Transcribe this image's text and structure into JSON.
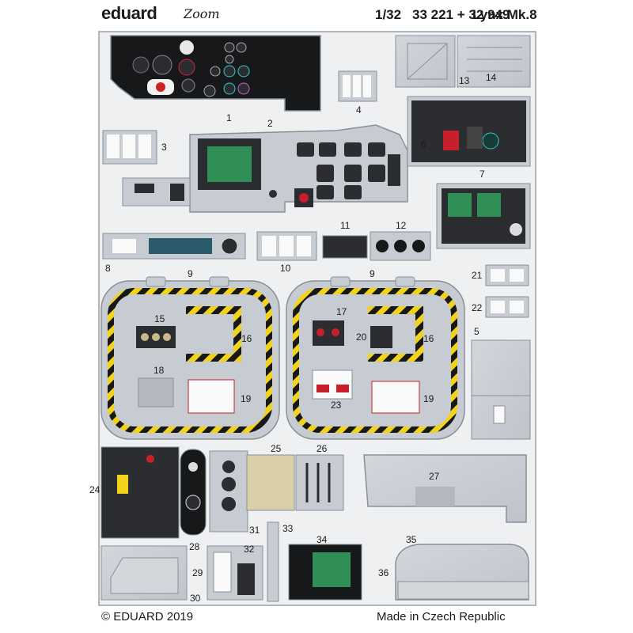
{
  "header": {
    "brand": "eduard",
    "sub_brand": "Zoom",
    "scale": "1/32",
    "set_numbers": "33 221 + 32 949",
    "model": "Lynx Mk.8"
  },
  "footer": {
    "copyright": "© EDUARD 2019",
    "origin": "Made in Czech Republic"
  },
  "part_numbers": [
    "1",
    "2",
    "3",
    "4",
    "5",
    "6",
    "7",
    "8",
    "9",
    "9",
    "10",
    "11",
    "12",
    "13",
    "14",
    "15",
    "16",
    "16",
    "17",
    "18",
    "19",
    "19",
    "20",
    "21",
    "22",
    "23",
    "24",
    "25",
    "26",
    "27",
    "28",
    "29",
    "30",
    "31",
    "32",
    "33",
    "34",
    "35",
    "36"
  ],
  "colors": {
    "fret": "#c7ccd3",
    "panel_black": "#16181a",
    "hazard_yellow": "#f2d21a",
    "screen_green": "#2f8f57",
    "warning_red": "#c8202a"
  }
}
